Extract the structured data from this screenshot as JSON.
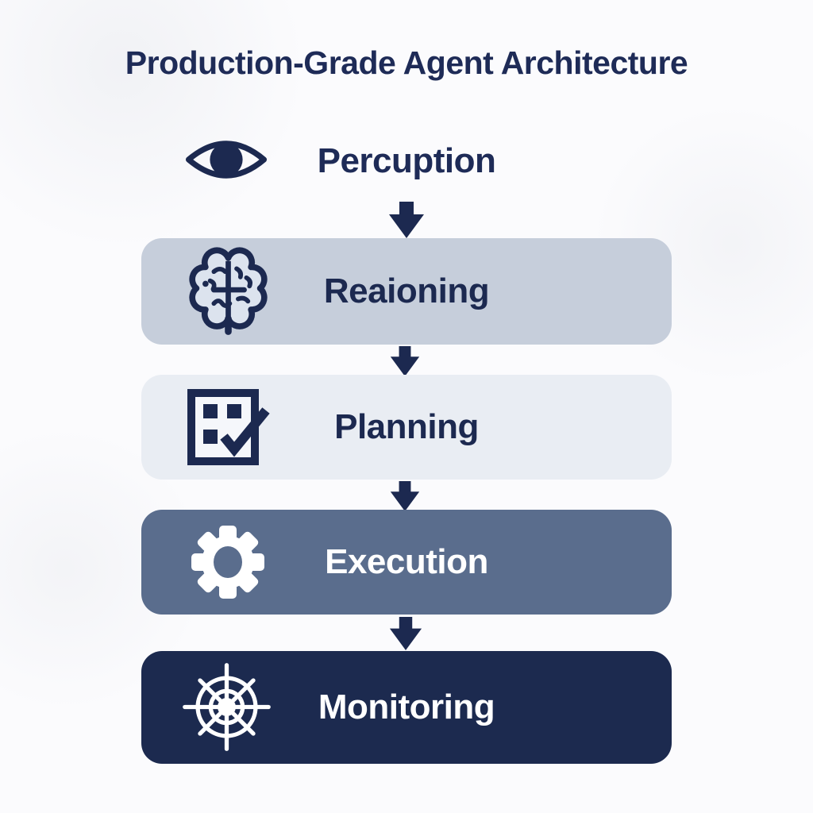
{
  "title": "Production-Grade Agent Architecture",
  "diagram_type": "vertical-flow",
  "colors": {
    "page_background": "#fbfbfd",
    "navy_text": "#1e2b57",
    "navy_icon": "#1c2950",
    "reasoning_box": "#c6cedb",
    "planning_box": "#e9edf3",
    "execution_box": "#5a6d8d",
    "monitoring_box": "#1c2a4f",
    "light_label": "#ffffff",
    "arrow": "#1c2950"
  },
  "steps": [
    {
      "label": "Percuption",
      "icon": "eye-icon",
      "box": "none",
      "label_color": "#1e2b57"
    },
    {
      "label": "Reaioning",
      "icon": "brain-icon",
      "box": "#c6cedb",
      "label_color": "#1c2950"
    },
    {
      "label": "Planning",
      "icon": "checklist-icon",
      "box": "#e9edf3",
      "label_color": "#1c2950"
    },
    {
      "label": "Execution",
      "icon": "gear-icon",
      "box": "#5a6d8d",
      "label_color": "#ffffff"
    },
    {
      "label": "Monitoring",
      "icon": "radar-web-icon",
      "box": "#1c2a4f",
      "label_color": "#ffffff"
    }
  ],
  "arrows": {
    "count": 4,
    "direction": "down",
    "color": "#1c2950"
  }
}
